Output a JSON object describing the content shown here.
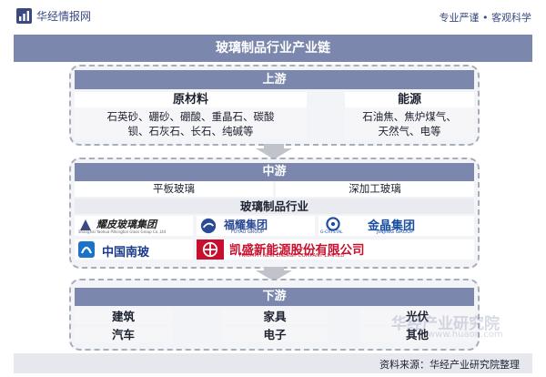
{
  "header": {
    "brand": "华经情报网",
    "slogan": "专业严谨 • 客观科学"
  },
  "title": "玻璃制品行业产业链",
  "upstream": {
    "label": "上游",
    "raw_materials": {
      "label": "原材料",
      "line1": "石英砂、硼砂、硼酸、重晶石、碳酸",
      "line2": "钡、石灰石、长石、纯碱等"
    },
    "energy": {
      "label": "能源",
      "line1": "石油焦、焦炉煤气、",
      "line2": "天然气、电等"
    }
  },
  "midstream": {
    "label": "中游",
    "flat_glass": "平板玻璃",
    "deep_processed_glass": "深加工玻璃",
    "industry": "玻璃制品行业",
    "companies": [
      {
        "name": "耀皮玻璃集团",
        "sub": "Shanghai Yaohua Pilkington Glass Group Co.,Ltd"
      },
      {
        "name": "福耀集团",
        "sub": "FUYAO GROUP"
      },
      {
        "name": "金晶集团",
        "sub": "JINJING GROUP",
        "mark": "G-CRYSTAL"
      },
      {
        "name": "中国南玻"
      },
      {
        "name": "凯盛新能源股份有限公司",
        "sub": "TRIUMPH NEW ENERGY COMPANY LIMITED"
      }
    ]
  },
  "downstream": {
    "label": "下游",
    "items": [
      "建筑",
      "家具",
      "光伏",
      "汽车",
      "电子",
      "其他"
    ]
  },
  "footer": {
    "source": "资料来源：华经产业研究院整理"
  },
  "watermark": {
    "text": "华经产业研究院",
    "url": "www.huaon.com"
  },
  "colors": {
    "header_fill": "#7b87ad",
    "brand_blue": "#3a4a80",
    "box_fill": "#f6f6f8",
    "arrow": "#c0c3ca"
  }
}
